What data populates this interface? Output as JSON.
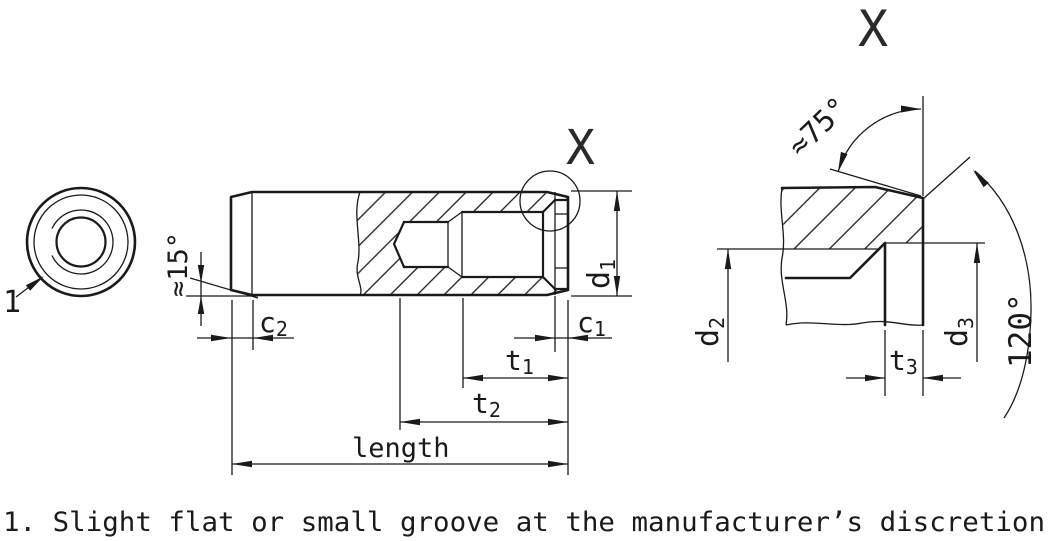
{
  "note": "1. Slight flat or small groove at the manufacturer’s discretion",
  "colors": {
    "line": "#1a1a1a",
    "background": "#ffffff"
  },
  "end_view": {
    "callout": "1"
  },
  "main_view": {
    "detail_marker": "X",
    "angle_chamfer": "≈15°",
    "dims": {
      "c2": {
        "base": "c",
        "sub": "2"
      },
      "c1": {
        "base": "c",
        "sub": "1"
      },
      "t1": {
        "base": "t",
        "sub": "1"
      },
      "t2": {
        "base": "t",
        "sub": "2"
      },
      "d1": {
        "base": "d",
        "sub": "1"
      },
      "length": "length"
    }
  },
  "detail_view": {
    "title": "X",
    "angle_flat": "≈75°",
    "angle_countersink": "120°",
    "dims": {
      "d2": {
        "base": "d",
        "sub": "2"
      },
      "d3": {
        "base": "d",
        "sub": "3"
      },
      "t3": {
        "base": "t",
        "sub": "3"
      }
    }
  }
}
